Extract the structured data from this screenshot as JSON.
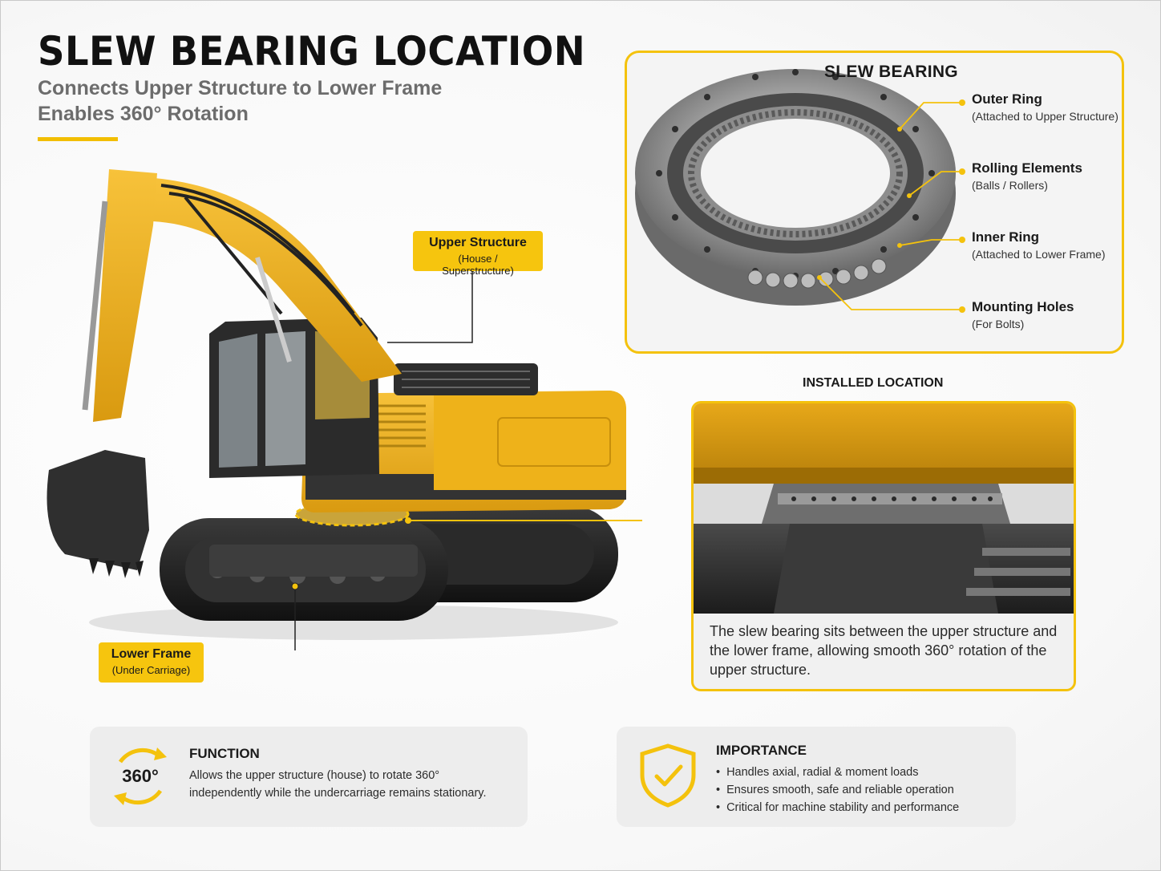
{
  "header": {
    "title": "SLEW BEARING LOCATION",
    "subtitle_line1": "Connects Upper Structure to Lower Frame",
    "subtitle_line2": "Enables 360° Rotation"
  },
  "callouts": {
    "upper": {
      "title": "Upper Structure",
      "subtitle": "(House / Superstructure)"
    },
    "lower": {
      "title": "Lower Frame",
      "subtitle": "(Under Carriage)"
    }
  },
  "bearing_panel": {
    "title": "SLEW BEARING",
    "parts": [
      {
        "title": "Outer Ring",
        "subtitle": "(Attached to Upper Structure)"
      },
      {
        "title": "Rolling Elements",
        "subtitle": "(Balls / Rollers)"
      },
      {
        "title": "Inner Ring",
        "subtitle": "(Attached to Lower Frame)"
      },
      {
        "title": "Mounting Holes",
        "subtitle": "(For Bolts)"
      }
    ]
  },
  "installed": {
    "label": "INSTALLED LOCATION",
    "description": "The slew bearing sits between the upper structure and the lower frame, allowing smooth 360° rotation of the upper structure."
  },
  "function_card": {
    "icon_text": "360°",
    "icon": "rotate-360-icon",
    "title": "FUNCTION",
    "text": "Allows the upper structure (house) to rotate 360° independently while the undercarriage remains stationary."
  },
  "importance_card": {
    "icon": "shield-check-icon",
    "title": "IMPORTANCE",
    "items": [
      "Handles axial, radial & moment loads",
      "Ensures smooth, safe and reliable operation",
      "Critical for machine stability and performance"
    ]
  },
  "colors": {
    "accent": "#f4c20d",
    "machine_yellow": "#f0b51b",
    "dark": "#1f1f1f"
  }
}
